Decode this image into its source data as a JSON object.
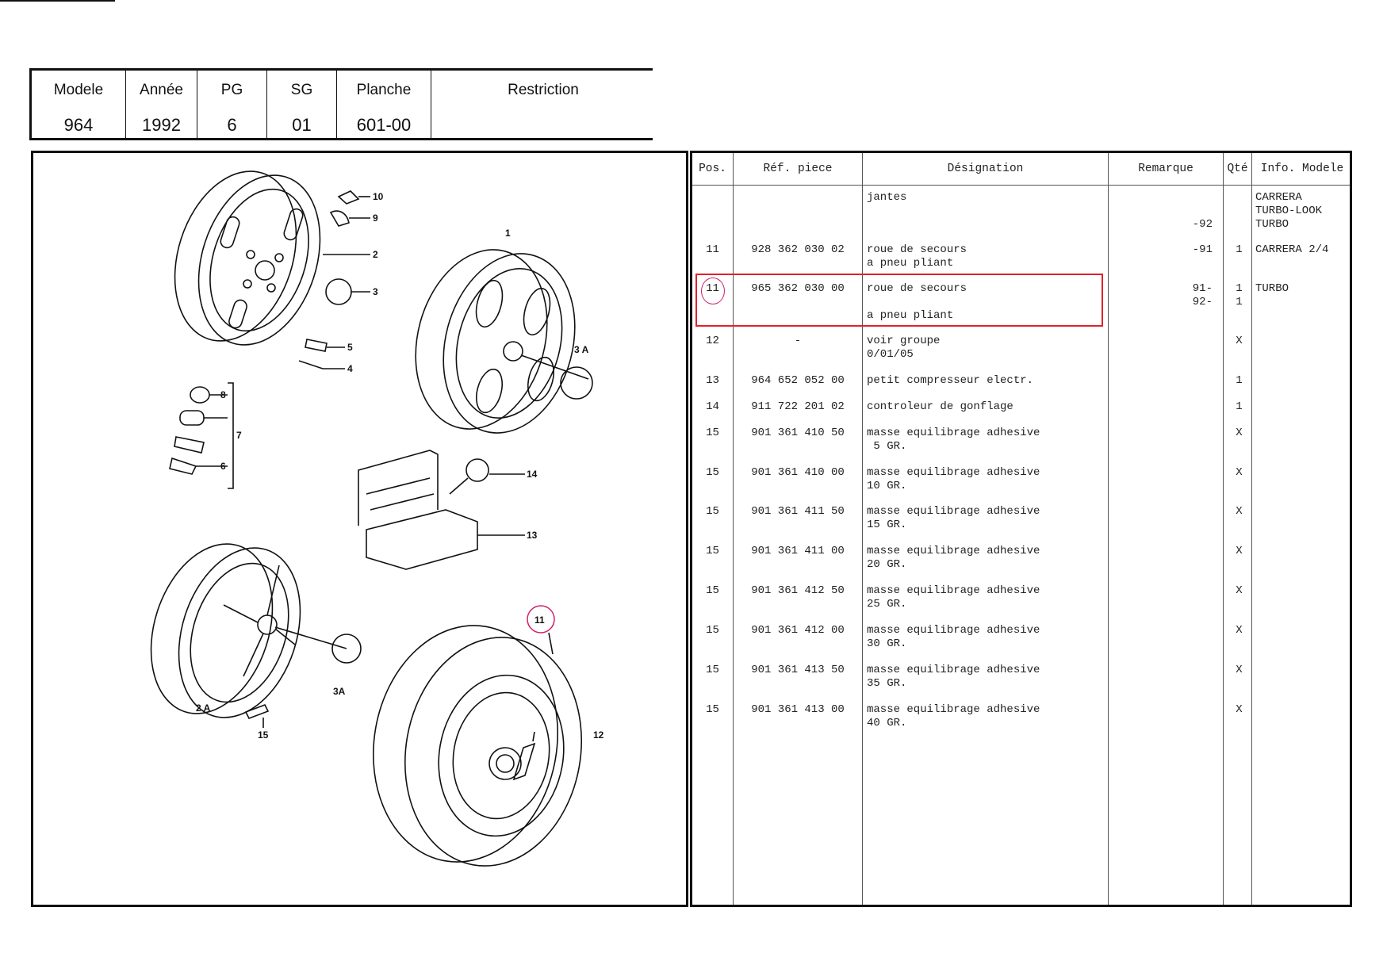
{
  "header": {
    "columns": [
      {
        "label": "Modele",
        "value": "964"
      },
      {
        "label": "Année",
        "value": "1992"
      },
      {
        "label": "PG",
        "value": "6"
      },
      {
        "label": "SG",
        "value": "01"
      },
      {
        "label": "Planche",
        "value": "601-00"
      },
      {
        "label": "Restriction",
        "value": ""
      }
    ]
  },
  "drawing": {
    "callouts": [
      "10",
      "9",
      "2",
      "3",
      "1",
      "3 A",
      "5",
      "4",
      "8",
      "7",
      "6",
      "14",
      "13",
      "11",
      "2 A",
      "3A",
      "15",
      "12"
    ]
  },
  "parts_table": {
    "headers": {
      "pos": "Pos.",
      "ref": "Réf. piece",
      "des": "Désignation",
      "rem": "Remarque",
      "qty": "Qté",
      "info": "Info. Modele"
    },
    "rows": [
      {
        "pos": "",
        "ref": "",
        "des": "jantes\n\n\n",
        "rem": "\n\n-92",
        "qty": "",
        "info": "CARRERA\nTURBO-LOOK\nTURBO"
      },
      {
        "pos": "11",
        "ref": "928 362 030 02",
        "des": "roue de secours\na pneu pliant",
        "rem": "-91",
        "qty": "1",
        "info": "CARRERA 2/4"
      },
      {
        "pos": "11",
        "ref": "965 362 030 00",
        "des": "roue de secours\n\na pneu pliant",
        "rem": "91-\n92-",
        "qty": "1\n1",
        "info": "TURBO"
      },
      {
        "pos": "12",
        "ref": "-",
        "des": "voir groupe\n0/01/05",
        "rem": "",
        "qty": "X",
        "info": ""
      },
      {
        "pos": "13",
        "ref": "964 652 052 00",
        "des": "petit compresseur electr.",
        "rem": "",
        "qty": "1",
        "info": ""
      },
      {
        "pos": "14",
        "ref": "911 722 201 02",
        "des": "controleur de gonflage",
        "rem": "",
        "qty": "1",
        "info": ""
      },
      {
        "pos": "15",
        "ref": "901 361 410 50",
        "des": "masse equilibrage adhesive\n 5 GR.",
        "rem": "",
        "qty": "X",
        "info": ""
      },
      {
        "pos": "15",
        "ref": "901 361 410 00",
        "des": "masse equilibrage adhesive\n10 GR.",
        "rem": "",
        "qty": "X",
        "info": ""
      },
      {
        "pos": "15",
        "ref": "901 361 411 50",
        "des": "masse equilibrage adhesive\n15 GR.",
        "rem": "",
        "qty": "X",
        "info": ""
      },
      {
        "pos": "15",
        "ref": "901 361 411 00",
        "des": "masse equilibrage adhesive\n20 GR.",
        "rem": "",
        "qty": "X",
        "info": ""
      },
      {
        "pos": "15",
        "ref": "901 361 412 50",
        "des": "masse equilibrage adhesive\n25 GR.",
        "rem": "",
        "qty": "X",
        "info": ""
      },
      {
        "pos": "15",
        "ref": "901 361 412 00",
        "des": "masse equilibrage adhesive\n30 GR.",
        "rem": "",
        "qty": "X",
        "info": ""
      },
      {
        "pos": "15",
        "ref": "901 361 413 50",
        "des": "masse equilibrage adhesive\n35 GR.",
        "rem": "",
        "qty": "X",
        "info": ""
      },
      {
        "pos": "15",
        "ref": "901 361 413 00",
        "des": "masse equilibrage adhesive\n40 GR.",
        "rem": "",
        "qty": "X",
        "info": ""
      }
    ]
  },
  "colors": {
    "highlight": "#e2202a",
    "circle": "#d0206a",
    "ink": "#111111"
  }
}
